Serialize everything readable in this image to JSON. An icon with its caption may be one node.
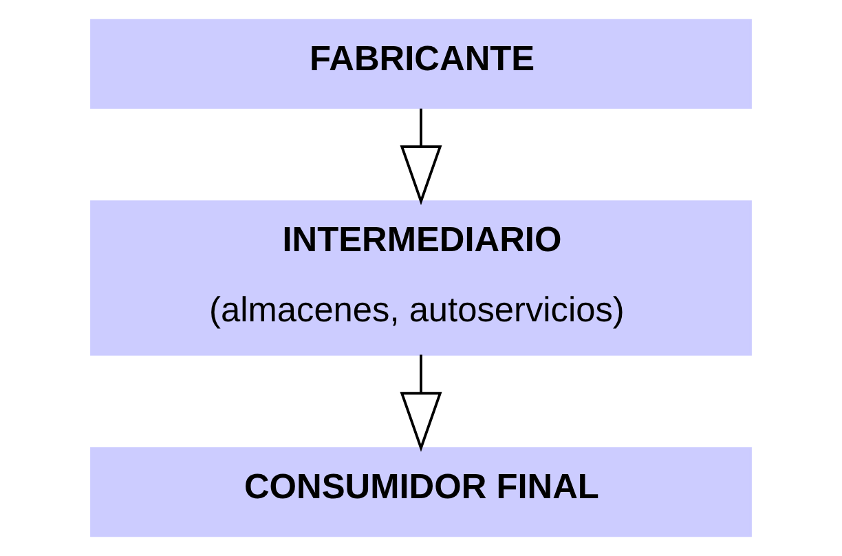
{
  "diagram": {
    "nodes": [
      {
        "text": [
          "FABRICANTE"
        ]
      },
      {
        "text": [
          "INTERMEDIARIO",
          "(almacenes, autoservicios)"
        ]
      },
      {
        "text": [
          "CONSUMIDOR FINAL"
        ]
      }
    ],
    "edges": [
      {
        "from": 0,
        "to": 1,
        "arrow": "to"
      },
      {
        "from": 1,
        "to": 2,
        "arrow": "to"
      }
    ]
  }
}
